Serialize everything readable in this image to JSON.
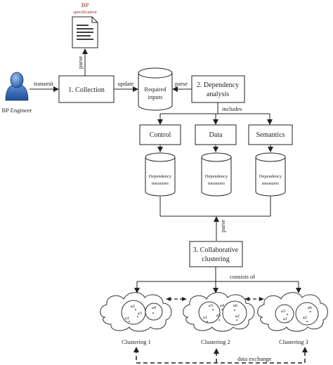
{
  "document": {
    "label": "BP",
    "label2": "specification"
  },
  "actor": {
    "label": "BP Engineer"
  },
  "edges": {
    "transmit": "transmit",
    "parse_doc": "parse",
    "update": "update",
    "parse_analysis": "parse",
    "includes": "includes",
    "parse_measures": "parse",
    "consists_of": "consists of",
    "data_exchange": "data exchange"
  },
  "boxes": {
    "collection": "1. Collection",
    "dependency_line1": "2. Dependency",
    "dependency_line2": "analysis",
    "control": "Control",
    "data": "Data",
    "semantics": "Semantics",
    "collab_line1": "3. Collaborative",
    "collab_line2": "clustering"
  },
  "stores": {
    "required_line1": "Required",
    "required_line2": "inputs",
    "measures_line1": "Dependency",
    "measures_line2": "measures"
  },
  "clusterings": [
    {
      "label": "Clustering 1",
      "items": [
        "a2",
        "a3",
        "a1",
        "a4"
      ]
    },
    {
      "label": "Clustering 2",
      "items": [
        "a3",
        "a4",
        "a6",
        "a1",
        "a5",
        "a2"
      ]
    },
    {
      "label": "Clustering 3",
      "items": [
        "a3",
        "a1",
        "a6",
        "a2"
      ]
    }
  ]
}
